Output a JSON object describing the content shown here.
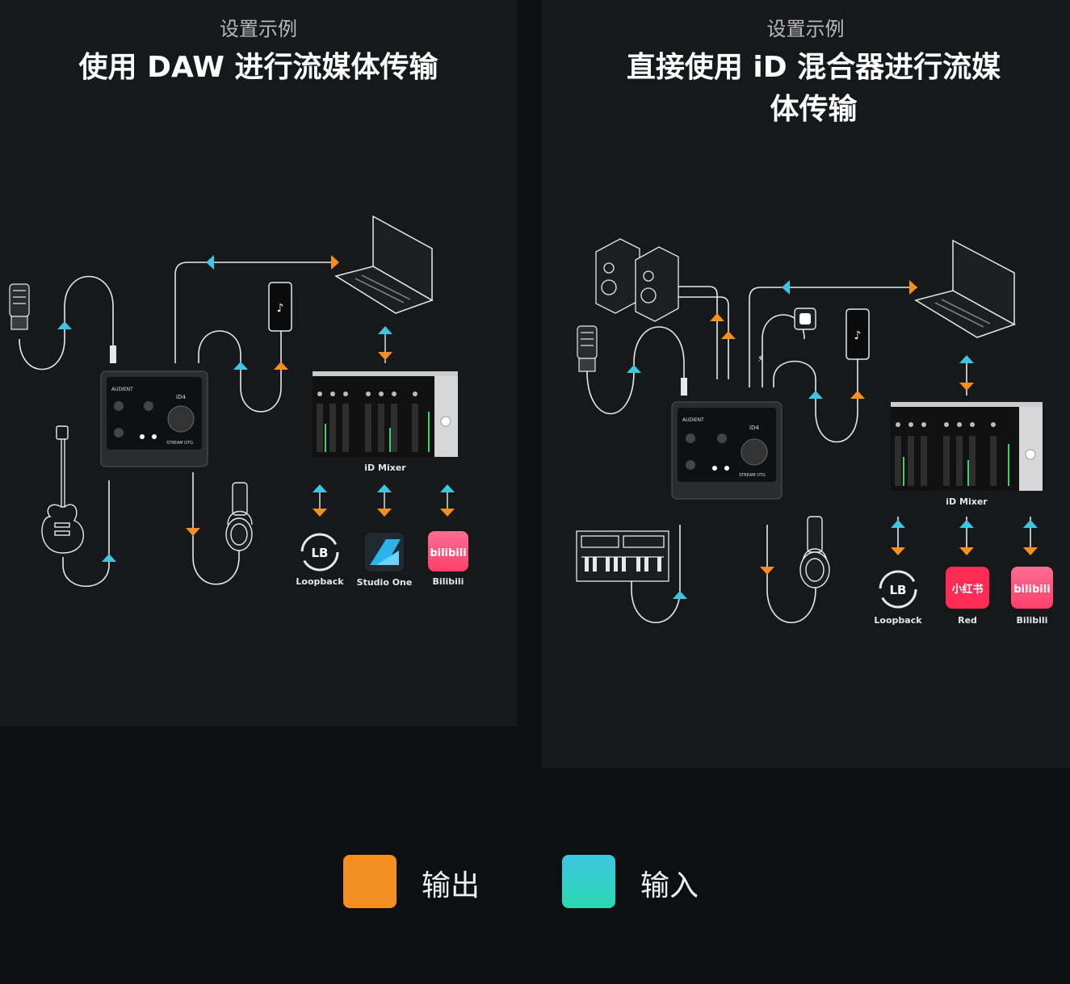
{
  "left": {
    "subtitle": "设置示例",
    "title": "使用 DAW 进行流媒体传输",
    "mixer_label": "iD Mixer",
    "apps": [
      "Loopback",
      "Studio One",
      "Bilibili"
    ],
    "device": {
      "brand": "AUDIENT",
      "model": "iD4",
      "badge": "STREAM OTG"
    }
  },
  "right": {
    "subtitle": "设置示例",
    "title": "直接使用 iD 混合器进行流媒体传输",
    "mixer_label": "iD Mixer",
    "apps": [
      "Loopback",
      "Red",
      "Bilibili"
    ],
    "device": {
      "brand": "AUDIENT",
      "model": "iD4",
      "badge": "STREAM OTG"
    }
  },
  "icons": {
    "loopback": "LB",
    "red": "小红书",
    "bilibili": "bilibili"
  },
  "legend": {
    "output": "输出",
    "input": "输入"
  },
  "colors": {
    "output": "#f39021",
    "input": "#3ec6e0",
    "input_gradient_end": "#2ad8b0",
    "background": "#0e0f10",
    "panel": "#17181a"
  }
}
